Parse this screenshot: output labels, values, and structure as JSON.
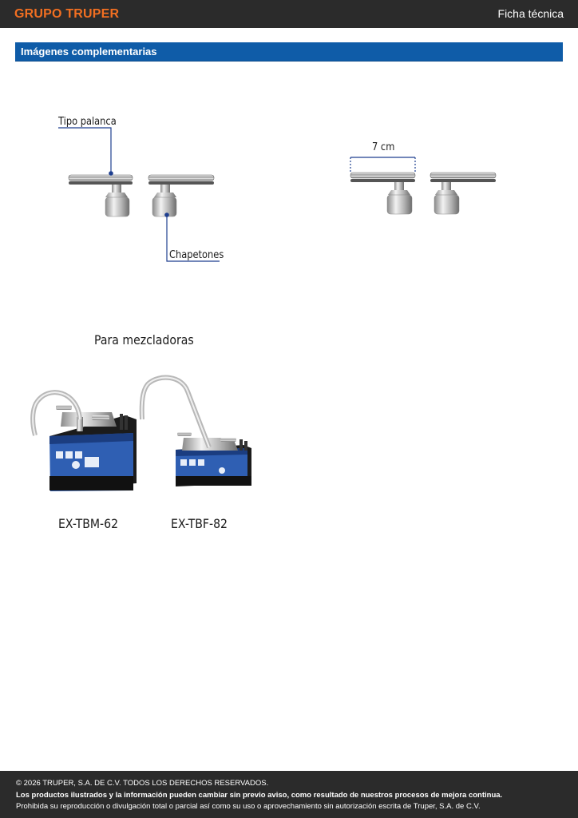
{
  "header": {
    "brand": "GRUPO TRUPER",
    "doc_type": "Ficha técnica"
  },
  "section": {
    "title": "Imágenes complementarias"
  },
  "figure1": {
    "callout_top": "Tipo palanca",
    "callout_bottom": "Chapetones"
  },
  "figure2": {
    "dimension": "7 cm"
  },
  "figure3": {
    "title": "Para mezcladoras",
    "model_left": "EX-TBM-62",
    "model_right": "EX-TBF-82"
  },
  "footer": {
    "copyright": "© 2026 TRUPER, S.A. DE C.V. TODOS LOS DERECHOS RESERVADOS.",
    "notice": "Los productos ilustrados y la información pueden cambiar sin previo aviso, como resultado de nuestros procesos de mejora continua.",
    "legal": "Prohibida su reproducción o divulgación total o parcial así como su uso o aprovechamiento sin autorización escrita de Truper, S.A. de C.V."
  },
  "colors": {
    "header_bg": "#2b2b2b",
    "brand": "#f26f21",
    "section_bar": "#0f5ca8",
    "callout_line": "#1f3f8f"
  }
}
